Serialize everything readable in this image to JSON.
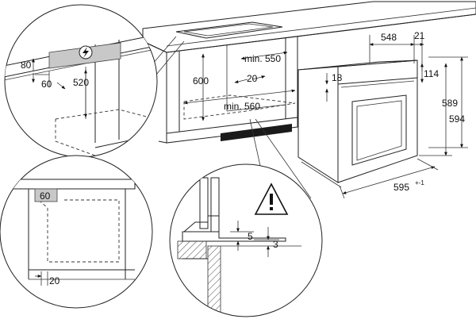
{
  "dimensions": {
    "top_left_80": "80",
    "top_left_60": "60",
    "top_left_520": "520",
    "cabinet_600": "600",
    "min_550": "min. 550",
    "gap_20_top": "20",
    "min_560": "min. 560",
    "oven_548": "548",
    "oven_21": "21",
    "oven_114": "114",
    "oven_18": "18",
    "oven_589": "589",
    "oven_594": "594",
    "oven_595": "595",
    "oven_595_tol": "+-1",
    "bottom_left_60": "60",
    "bottom_left_20": "20",
    "detail_5": "5",
    "detail_3": "3"
  },
  "icons": {
    "electric": "lightning-bolt-icon",
    "warning": "warning-triangle-icon"
  },
  "colors": {
    "line": "#222222",
    "shade": "#c8c8c8",
    "black": "#1a1a1a"
  }
}
